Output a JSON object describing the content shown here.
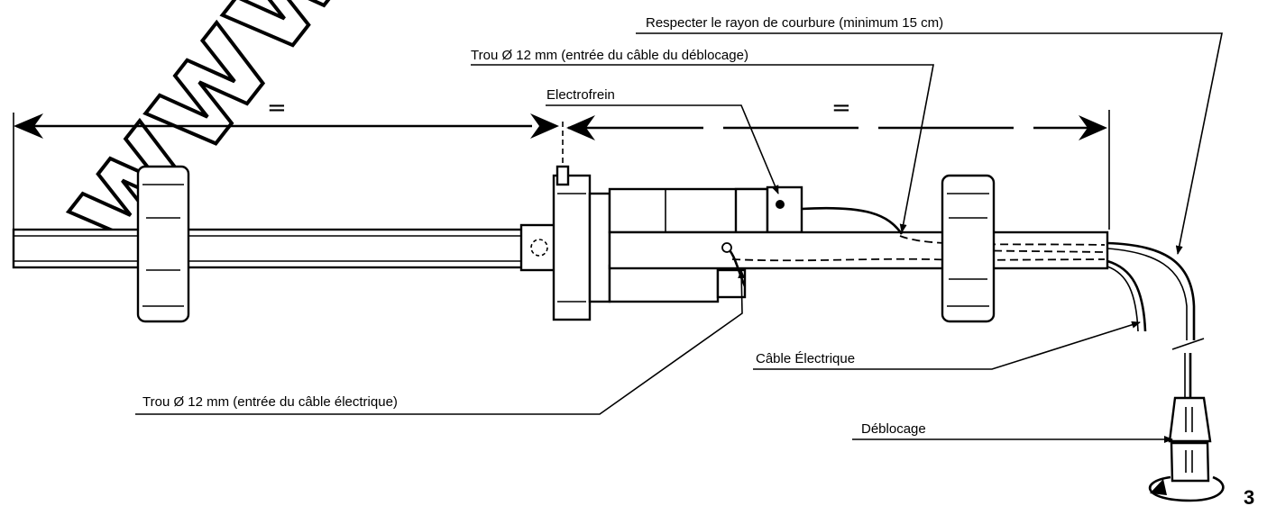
{
  "figure_number": "3",
  "watermark": "www",
  "dimension_marks": {
    "left_equal": "=",
    "right_equal": "="
  },
  "labels": {
    "bend_radius": "Respecter le rayon de courbure (minimum 15 cm)",
    "hole_release": "Trou Ø 12 mm (entrée du câble du déblocage)",
    "brake": "Electrofrein",
    "hole_electric": "Trou Ø 12 mm (entrée du câble électrique)",
    "electric_cable": "Câble Électrique",
    "release": "Déblocage"
  }
}
